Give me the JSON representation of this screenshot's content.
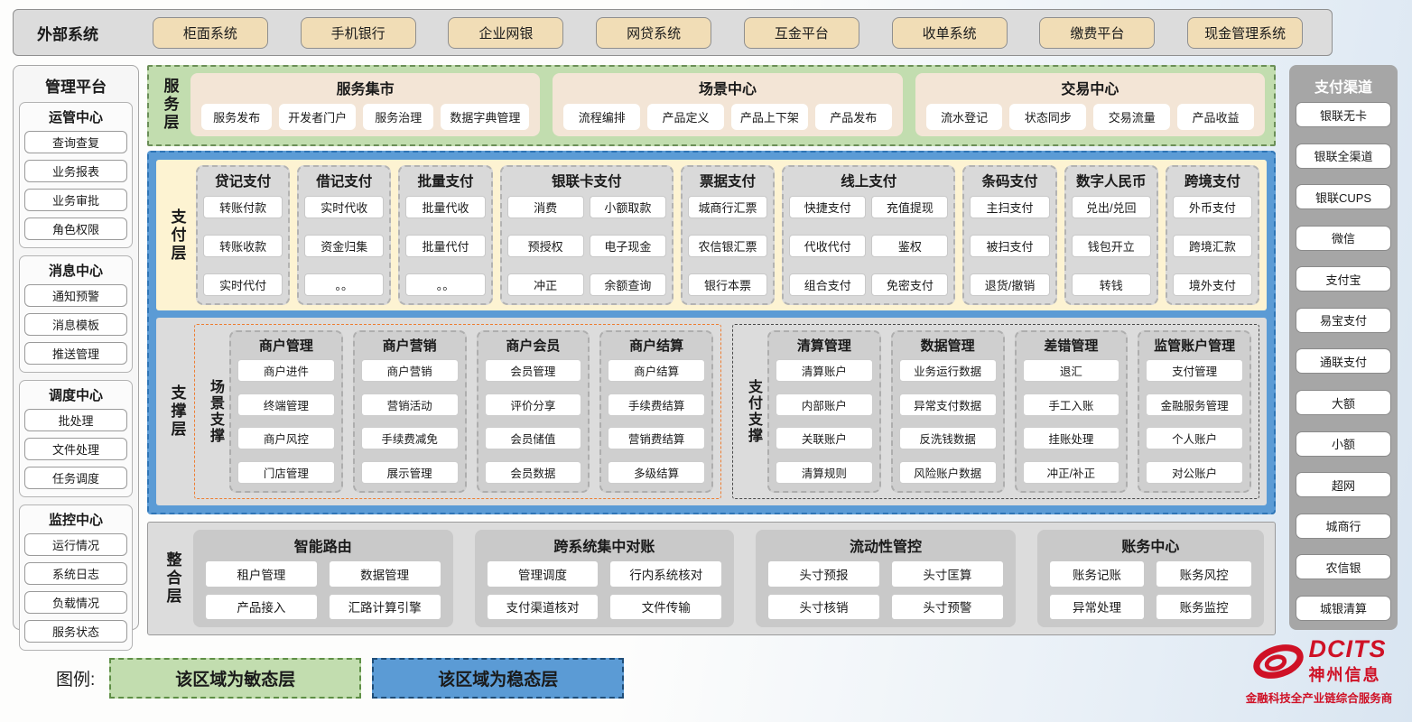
{
  "external_systems": {
    "title": "外部系统",
    "items": [
      "柜面系统",
      "手机银行",
      "企业网银",
      "网贷系统",
      "互金平台",
      "收单系统",
      "缴费平台",
      "现金管理系统"
    ]
  },
  "management_platform": {
    "title": "管理平台",
    "groups": [
      {
        "title": "运管中心",
        "items": [
          "查询查复",
          "业务报表",
          "业务审批",
          "角色权限"
        ]
      },
      {
        "title": "消息中心",
        "items": [
          "通知预警",
          "消息模板",
          "推送管理"
        ]
      },
      {
        "title": "调度中心",
        "items": [
          "批处理",
          "文件处理",
          "任务调度"
        ]
      },
      {
        "title": "监控中心",
        "items": [
          "运行情况",
          "系统日志",
          "负载情况",
          "服务状态"
        ]
      }
    ]
  },
  "service_layer": {
    "label": "服务层",
    "groups": [
      {
        "title": "服务集市",
        "items": [
          "服务发布",
          "开发者门户",
          "服务治理",
          "数据字典管理"
        ]
      },
      {
        "title": "场景中心",
        "items": [
          "流程编排",
          "产品定义",
          "产品上下架",
          "产品发布"
        ]
      },
      {
        "title": "交易中心",
        "items": [
          "流水登记",
          "状态同步",
          "交易流量",
          "产品收益"
        ]
      }
    ]
  },
  "payment_layer": {
    "label": "支付层",
    "columns": [
      {
        "title": "贷记支付",
        "cols": 1,
        "items": [
          "转账付款",
          "转账收款",
          "实时代付"
        ]
      },
      {
        "title": "借记支付",
        "cols": 1,
        "items": [
          "实时代收",
          "资金归集",
          "。。"
        ]
      },
      {
        "title": "批量支付",
        "cols": 1,
        "items": [
          "批量代收",
          "批量代付",
          "。。"
        ]
      },
      {
        "title": "银联卡支付",
        "cols": 2,
        "items": [
          "消费",
          "小额取款",
          "预授权",
          "电子现金",
          "冲正",
          "余额查询"
        ]
      },
      {
        "title": "票据支付",
        "cols": 1,
        "items": [
          "城商行汇票",
          "农信银汇票",
          "银行本票"
        ]
      },
      {
        "title": "线上支付",
        "cols": 2,
        "items": [
          "快捷支付",
          "充值提现",
          "代收代付",
          "鉴权",
          "组合支付",
          "免密支付"
        ]
      },
      {
        "title": "条码支付",
        "cols": 1,
        "items": [
          "主扫支付",
          "被扫支付",
          "退货/撤销"
        ]
      },
      {
        "title": "数字人民币",
        "cols": 1,
        "items": [
          "兑出/兑回",
          "钱包开立",
          "转钱"
        ]
      },
      {
        "title": "跨境支付",
        "cols": 1,
        "items": [
          "外币支付",
          "跨境汇款",
          "境外支付"
        ]
      }
    ]
  },
  "support_layer": {
    "label": "支撑层",
    "sections": [
      {
        "label": "场景支撑",
        "type": "scene",
        "columns": [
          {
            "title": "商户管理",
            "items": [
              "商户进件",
              "终端管理",
              "商户风控",
              "门店管理"
            ]
          },
          {
            "title": "商户营销",
            "items": [
              "商户营销",
              "营销活动",
              "手续费减免",
              "展示管理"
            ]
          },
          {
            "title": "商户会员",
            "items": [
              "会员管理",
              "评价分享",
              "会员储值",
              "会员数据"
            ]
          },
          {
            "title": "商户结算",
            "items": [
              "商户结算",
              "手续费结算",
              "营销费结算",
              "多级结算"
            ]
          }
        ]
      },
      {
        "label": "支付支撑",
        "type": "pay",
        "columns": [
          {
            "title": "清算管理",
            "items": [
              "清算账户",
              "内部账户",
              "关联账户",
              "清算规则"
            ]
          },
          {
            "title": "数据管理",
            "items": [
              "业务运行数据",
              "异常支付数据",
              "反洗钱数据",
              "风险账户数据"
            ]
          },
          {
            "title": "差错管理",
            "items": [
              "退汇",
              "手工入账",
              "挂账处理",
              "冲正/补正"
            ]
          },
          {
            "title": "监管账户管理",
            "items": [
              "支付管理",
              "金融服务管理",
              "个人账户",
              "对公账户"
            ]
          }
        ]
      }
    ]
  },
  "integration_layer": {
    "label": "整合层",
    "groups": [
      {
        "title": "智能路由",
        "items": [
          "租户管理",
          "数据管理",
          "产品接入",
          "汇路计算引擎"
        ]
      },
      {
        "title": "跨系统集中对账",
        "items": [
          "管理调度",
          "行内系统核对",
          "支付渠道核对",
          "文件传输"
        ]
      },
      {
        "title": "流动性管控",
        "items": [
          "头寸预报",
          "头寸匡算",
          "头寸核销",
          "头寸预警"
        ]
      },
      {
        "title": "账务中心",
        "items": [
          "账务记账",
          "账务风控",
          "异常处理",
          "账务监控"
        ]
      }
    ]
  },
  "payment_channels": {
    "title": "支付渠道",
    "items": [
      "银联无卡",
      "银联全渠道",
      "银联CUPS",
      "微信",
      "支付宝",
      "易宝支付",
      "通联支付",
      "大额",
      "小额",
      "超网",
      "城商行",
      "农信银",
      "城银清算"
    ]
  },
  "legend": {
    "label": "图例:",
    "items": [
      {
        "label": "该区域为敏态层",
        "type": "agile"
      },
      {
        "label": "该区域为稳态层",
        "type": "stable"
      }
    ]
  },
  "logo": {
    "name": "DCITS",
    "company": "神州信息",
    "tagline": "金融科技全产业链综合服务商"
  },
  "colors": {
    "agile_green": "#c2ddaf",
    "stable_blue": "#5b9bd5",
    "panel_gray": "#dcdcdc",
    "external_tan": "#f1ddb6",
    "service_cream": "#f3e5d6",
    "payment_cream": "#fdf3d2",
    "scene_accent_orange": "#ed7d31",
    "brand_red": "#cf1126"
  }
}
